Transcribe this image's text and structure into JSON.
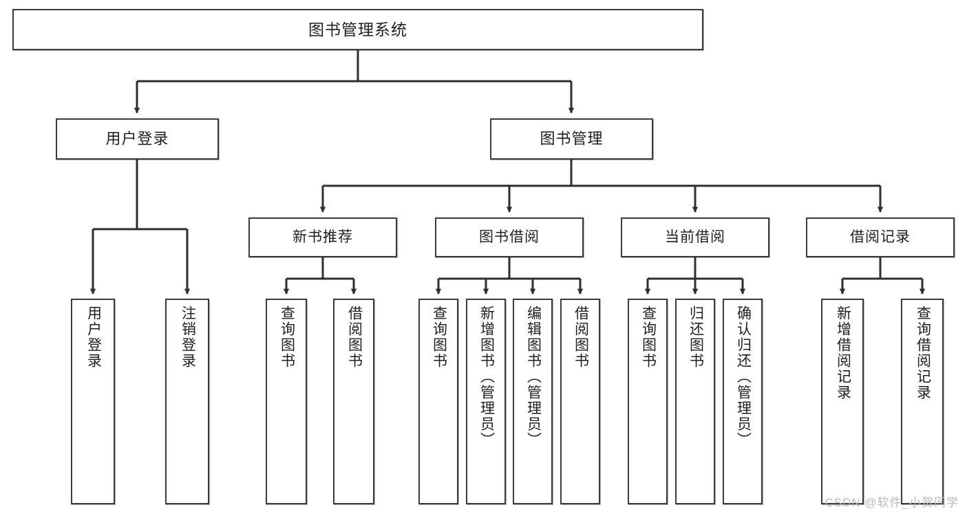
{
  "diagram": {
    "title": "图书管理系统",
    "type": "tree",
    "watermark": "CSDN @软件_小贺同学",
    "colors": {
      "box_border": "#3b3b3b",
      "box_fill": "#ffffff",
      "connector": "#2e2e2e",
      "text": "#1f1f1f",
      "watermark": "#b9b9b9",
      "background": "#ffffff"
    },
    "nodes": {
      "root": {
        "label": "图书管理系统",
        "level": 1
      },
      "n_user_login": {
        "label": "用户登录",
        "level": 2
      },
      "n_book_mgmt": {
        "label": "图书管理",
        "level": 2
      },
      "n_new_book_rec": {
        "label": "新书推荐",
        "level": 3
      },
      "n_book_borrow": {
        "label": "图书借阅",
        "level": 3
      },
      "n_current_borrow": {
        "label": "当前借阅",
        "level": 3
      },
      "n_borrow_record": {
        "label": "借阅记录",
        "level": 3
      },
      "l_user_login": {
        "label": "用户登录",
        "level": 4
      },
      "l_logout": {
        "label": "注销登录",
        "level": 4
      },
      "l_query_book_a": {
        "label": "查询图书",
        "level": 4
      },
      "l_borrow_book_a": {
        "label": "借阅图书",
        "level": 4
      },
      "l_query_book_b": {
        "label": "查询图书",
        "level": 4
      },
      "l_add_book": {
        "label": "新增图书（管理员）",
        "level": 4
      },
      "l_edit_book": {
        "label": "编辑图书（管理员）",
        "level": 4
      },
      "l_borrow_book_b": {
        "label": "借阅图书",
        "level": 4
      },
      "l_query_book_c": {
        "label": "查询图书",
        "level": 4
      },
      "l_return_book": {
        "label": "归还图书",
        "level": 4
      },
      "l_confirm_return": {
        "label": "确认归还（管理员）",
        "level": 4
      },
      "l_add_record": {
        "label": "新增借阅记录",
        "level": 4
      },
      "l_query_record": {
        "label": "查询借阅记录",
        "level": 4
      }
    },
    "edges": [
      {
        "from": "root",
        "to": "n_user_login"
      },
      {
        "from": "root",
        "to": "n_book_mgmt"
      },
      {
        "from": "n_user_login",
        "to": "l_user_login"
      },
      {
        "from": "n_user_login",
        "to": "l_logout"
      },
      {
        "from": "n_book_mgmt",
        "to": "n_new_book_rec"
      },
      {
        "from": "n_book_mgmt",
        "to": "n_book_borrow"
      },
      {
        "from": "n_book_mgmt",
        "to": "n_current_borrow"
      },
      {
        "from": "n_book_mgmt",
        "to": "n_borrow_record"
      },
      {
        "from": "n_new_book_rec",
        "to": "l_query_book_a"
      },
      {
        "from": "n_new_book_rec",
        "to": "l_borrow_book_a"
      },
      {
        "from": "n_book_borrow",
        "to": "l_query_book_b"
      },
      {
        "from": "n_book_borrow",
        "to": "l_add_book"
      },
      {
        "from": "n_book_borrow",
        "to": "l_edit_book"
      },
      {
        "from": "n_book_borrow",
        "to": "l_borrow_book_b"
      },
      {
        "from": "n_current_borrow",
        "to": "l_query_book_c"
      },
      {
        "from": "n_current_borrow",
        "to": "l_return_book"
      },
      {
        "from": "n_current_borrow",
        "to": "l_confirm_return"
      },
      {
        "from": "n_borrow_record",
        "to": "l_add_record"
      },
      {
        "from": "n_borrow_record",
        "to": "l_query_record"
      }
    ]
  }
}
